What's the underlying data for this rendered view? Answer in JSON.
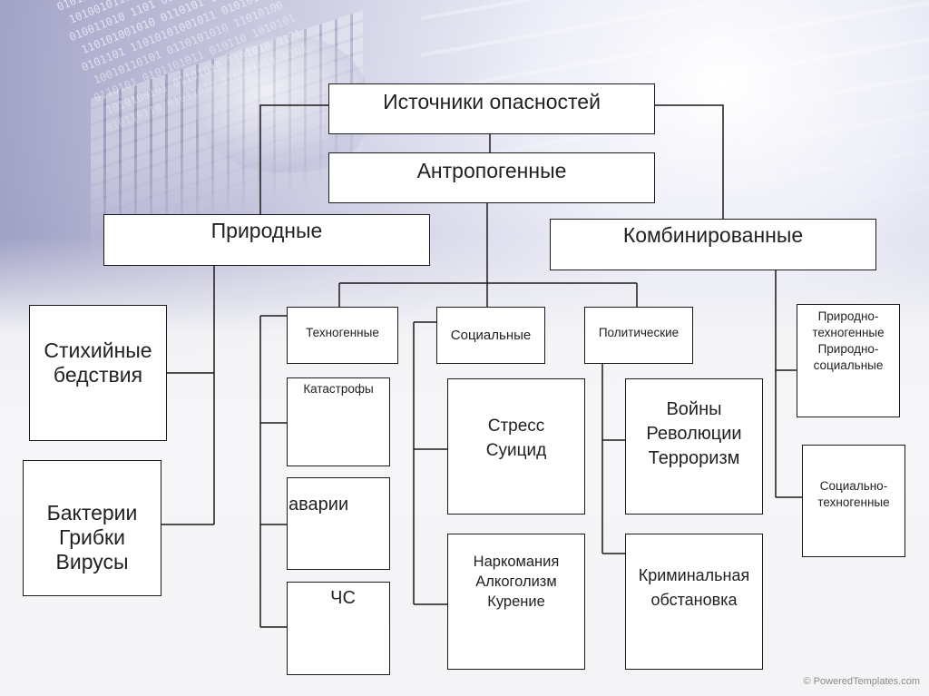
{
  "diagram": {
    "title": "Источники опасностей",
    "level1": {
      "anthropogenic": "Антропогенные",
      "natural": "Природные",
      "combined": "Комбинированные"
    },
    "natural_children": {
      "disasters": [
        "Стихийные",
        "бедствия"
      ],
      "microbes": [
        "Бактерии",
        "Грибки",
        "Вирусы"
      ]
    },
    "anthropogenic_children": {
      "technogenic": "Техногенные",
      "social": "Социальные",
      "political": "Политические"
    },
    "technogenic_children": {
      "catastrophes": "Катастрофы",
      "accidents": "аварии",
      "emergencies": "ЧС"
    },
    "social_children": {
      "stress": [
        "Стресс",
        "Суицид"
      ],
      "addictions": [
        "Наркомания",
        "Алкоголизм",
        "Курение"
      ]
    },
    "political_children": {
      "conflicts": [
        "Войны",
        "Революции",
        "Терроризм"
      ],
      "crime": [
        "Криминальная",
        "обстановка"
      ]
    },
    "combined_children": {
      "nat_tech": [
        "Природно-",
        "техногенные",
        "Природно-",
        "социальные"
      ],
      "soc_tech": [
        "Социально-",
        "техногенные"
      ]
    }
  },
  "watermark": "© PoweredTemplates.com"
}
